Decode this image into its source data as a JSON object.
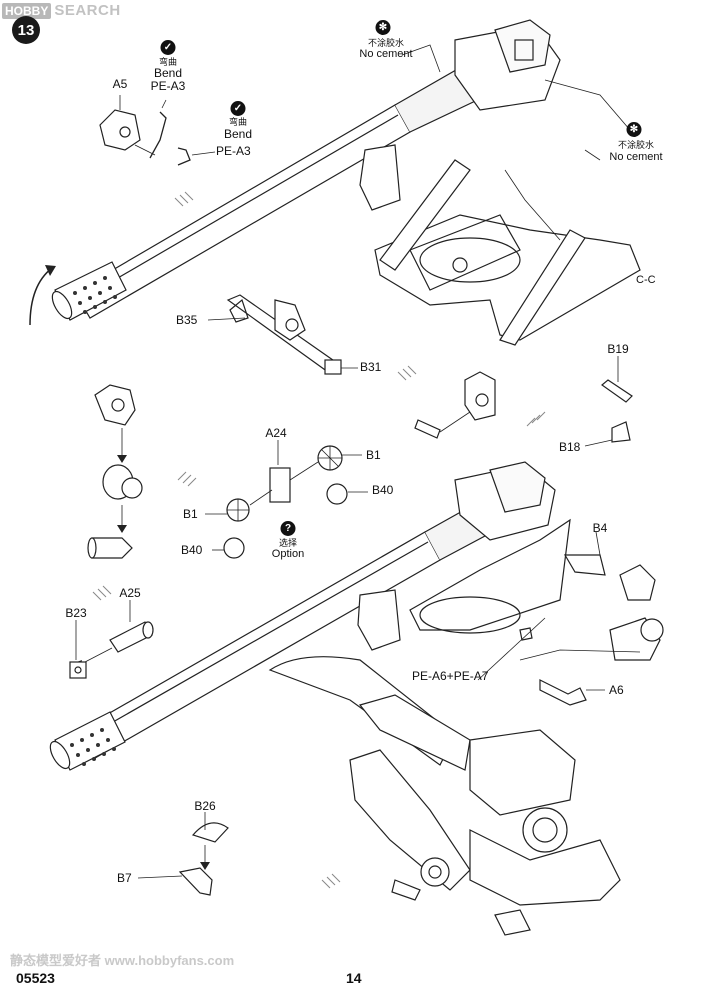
{
  "watermark": {
    "logo": "HOBBY",
    "text": "SEARCH",
    "bottom": "静态模型爱好者 www.hobbyfans.com"
  },
  "step": "13",
  "labels": {
    "a5": "A5",
    "bend1_zh": "弯曲",
    "bend1": "Bend",
    "pea3_1": "PE-A3",
    "bend2_zh": "弯曲",
    "bend2": "Bend",
    "pea3_2": "PE-A3",
    "nocement1_zh": "不涂胶水",
    "nocement1": "No cement",
    "nocement2_zh": "不涂胶水",
    "nocement2": "No cement",
    "cc": "C-C",
    "b35": "B35",
    "b31": "B31",
    "b19": "B19",
    "b18": "B18",
    "a24": "A24",
    "b1_right": "B1",
    "b40_right": "B40",
    "b1_left": "B1",
    "b40_left": "B40",
    "option_zh": "选择",
    "option": "Option",
    "b4": "B4",
    "a25": "A25",
    "b23": "B23",
    "pea6": "PE-A6+PE-A7",
    "a6": "A6",
    "b26": "B26",
    "b7": "B7"
  },
  "footer": {
    "code": "05523",
    "page": "14"
  }
}
